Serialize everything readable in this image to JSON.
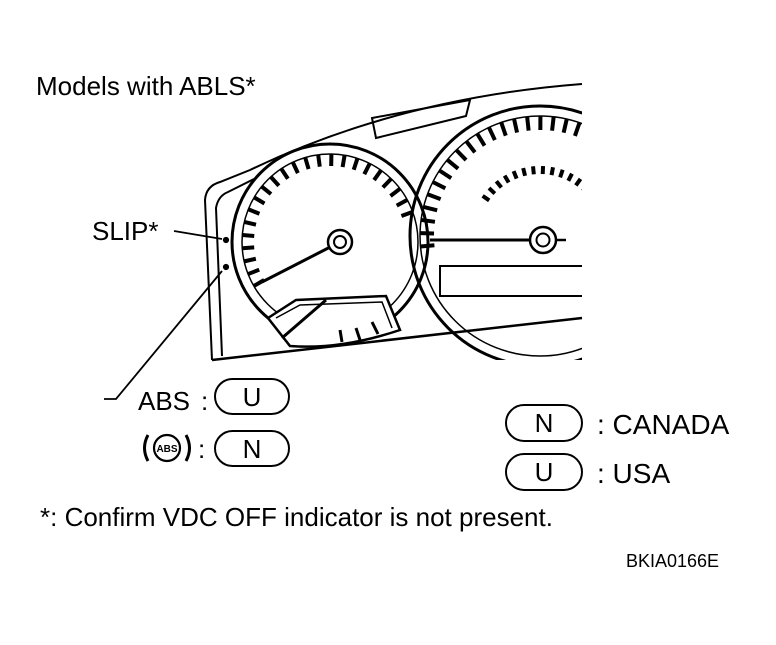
{
  "title": "Models with ABLS*",
  "slip_label": "SLIP*",
  "abs_label": "ABS",
  "colon": ":",
  "abs_icon_text": "ABS",
  "abs_value": "U",
  "abs_icon_value": "N",
  "legend": {
    "canada_code": "N",
    "canada_label": ": CANADA",
    "usa_code": "U",
    "usa_label": ": USA"
  },
  "footnote": "*: Confirm VDC OFF indicator is not present.",
  "figure_id": "BKIA0166E"
}
